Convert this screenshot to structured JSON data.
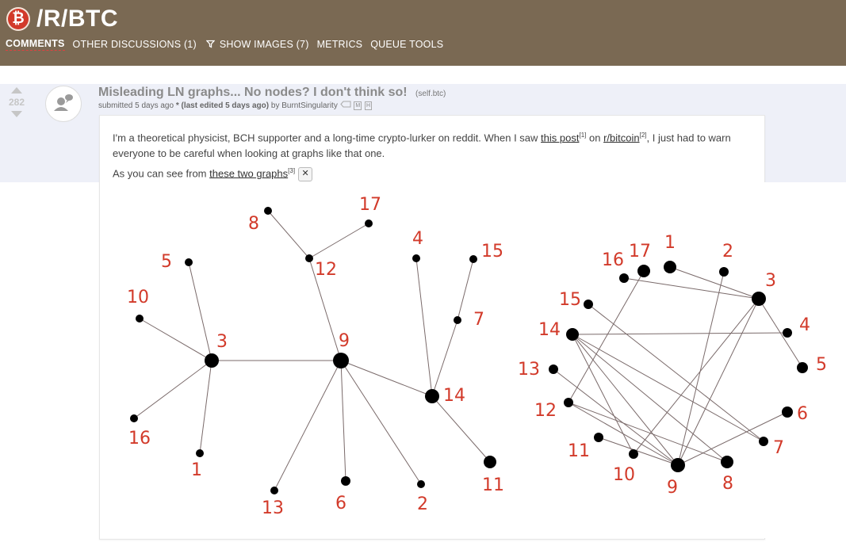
{
  "subreddit": {
    "logo_glyph": "₿",
    "name": "/R/BTC"
  },
  "tabs": [
    {
      "label": "COMMENTS"
    },
    {
      "label": "OTHER DISCUSSIONS (1)"
    },
    {
      "label": "SHOW IMAGES (7)"
    },
    {
      "label": "METRICS"
    },
    {
      "label": "QUEUE TOOLS"
    }
  ],
  "post": {
    "score": "282",
    "title": "Misleading LN graphs... No nodes? I don't think so!",
    "domain": "(self.btc)",
    "submitted": "submitted 5 days ago",
    "edited": "* (last edited 5 days ago)",
    "by": "by",
    "author": "BurntSingularity",
    "flags": [
      "M",
      "H"
    ],
    "body": {
      "p1_a": "I'm a theoretical physicist, BCH supporter and a long-time crypto-lurker on reddit. When I saw ",
      "link1": "this post",
      "ref1": "[1]",
      "p1_b": " on ",
      "link2": "r/bitcoin",
      "ref2": "[2]",
      "p1_c": ", I just had to warn everyone to be careful when looking at graphs like that one.",
      "p2_a": "As you can see from ",
      "link3": "these two graphs",
      "ref3": "[3]",
      "close": "✕"
    }
  },
  "graph": {
    "label_color": "#d23a2a",
    "edge_color": "#7a6a6a",
    "tree": {
      "nodes": [
        "1",
        "2",
        "3",
        "4",
        "5",
        "6",
        "7",
        "8",
        "9",
        "10",
        "11",
        "12",
        "13",
        "14",
        "15",
        "16",
        "17"
      ],
      "edges": [
        [
          "3",
          "5"
        ],
        [
          "3",
          "10"
        ],
        [
          "3",
          "16"
        ],
        [
          "3",
          "1"
        ],
        [
          "3",
          "9"
        ],
        [
          "9",
          "12"
        ],
        [
          "12",
          "8"
        ],
        [
          "12",
          "17"
        ],
        [
          "9",
          "13"
        ],
        [
          "9",
          "6"
        ],
        [
          "9",
          "2"
        ],
        [
          "9",
          "14"
        ],
        [
          "14",
          "4"
        ],
        [
          "14",
          "7"
        ],
        [
          "7",
          "15"
        ],
        [
          "14",
          "11"
        ]
      ]
    },
    "circle": {
      "nodes": [
        "1",
        "2",
        "3",
        "4",
        "5",
        "6",
        "7",
        "8",
        "9",
        "10",
        "11",
        "12",
        "13",
        "14",
        "15",
        "16",
        "17"
      ],
      "edges": [
        [
          "1",
          "3"
        ],
        [
          "16",
          "3"
        ],
        [
          "3",
          "5"
        ],
        [
          "14",
          "4"
        ],
        [
          "14",
          "7"
        ],
        [
          "14",
          "8"
        ],
        [
          "14",
          "9"
        ],
        [
          "14",
          "10"
        ],
        [
          "15",
          "7"
        ],
        [
          "17",
          "12"
        ],
        [
          "3",
          "9"
        ],
        [
          "3",
          "10"
        ],
        [
          "2",
          "9"
        ],
        [
          "12",
          "9"
        ],
        [
          "12",
          "8"
        ],
        [
          "11",
          "9"
        ],
        [
          "13",
          "9"
        ],
        [
          "9",
          "6"
        ]
      ]
    }
  }
}
